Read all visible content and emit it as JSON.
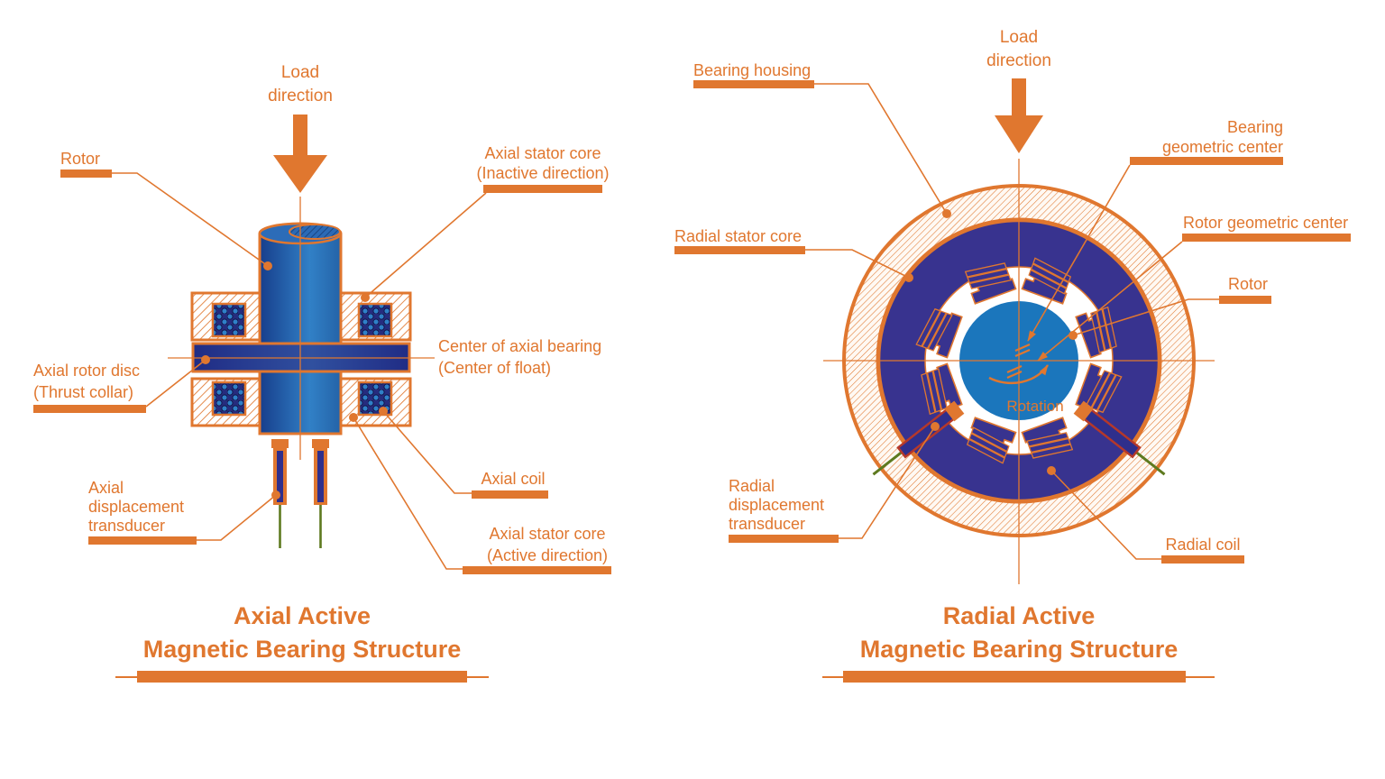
{
  "page_title": "Active Magnetic Bearing Structures",
  "colors": {
    "orange": "#E0772F",
    "stator_navy": "#38338F",
    "rotor_blue": "#1B76BC",
    "shaft_blue_dark": "#173E8C",
    "shaft_blue_light": "#3180C6",
    "coil_dot_blue": "#2F80C8",
    "coil_background": "#262C7E",
    "wire_green": "#5E7A1F",
    "transducer_outline_red": "#B5382A",
    "background": "#FFFFFF"
  },
  "axial": {
    "load_line1": "Load",
    "load_line2": "direction",
    "label_rotor": "Rotor",
    "label_stator_inactive_line1": "Axial stator core",
    "label_stator_inactive_line2": "(Inactive direction)",
    "label_center_line1": "Center of axial bearing",
    "label_center_line2": "(Center of float)",
    "label_disc_line1": "Axial rotor disc",
    "label_disc_line2": "(Thrust collar)",
    "label_transducer_line1": "Axial",
    "label_transducer_line2": "displacement",
    "label_transducer_line3": "transducer",
    "label_coil": "Axial coil",
    "label_stator_active_line1": "Axial stator core",
    "label_stator_active_line2": "(Active direction)",
    "title_line1": "Axial Active",
    "title_line2": "Magnetic Bearing Structure"
  },
  "radial": {
    "load_line1": "Load",
    "load_line2": "direction",
    "label_housing": "Bearing housing",
    "label_stator": "Radial stator core",
    "label_bearing_center_line1": "Bearing",
    "label_bearing_center_line2": "geometric center",
    "label_rotor_center": "Rotor geometric center",
    "label_rotor": "Rotor",
    "label_transducer_line1": "Radial",
    "label_transducer_line2": "displacement",
    "label_transducer_line3": "transducer",
    "label_coil": "Radial coil",
    "rotation_label": "Rotation",
    "title_line1": "Radial Active",
    "title_line2": "Magnetic Bearing Structure"
  }
}
